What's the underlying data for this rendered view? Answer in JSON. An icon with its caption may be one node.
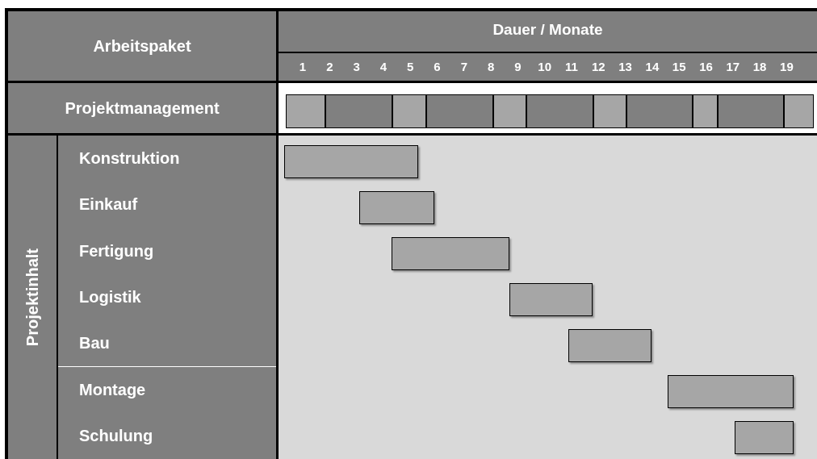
{
  "diagram": {
    "nodes": [
      {
        "text": [
          "Arbeitspaket"
        ]
      },
      {
        "text": [
          "Dauer / Monate"
        ]
      },
      {
        "text": [
          "Projektmanagement"
        ]
      },
      {
        "text": [],
        "shape": "bar"
      },
      {
        "text": [],
        "shape": "bar"
      },
      {
        "text": [],
        "shape": "bar"
      },
      {
        "text": [],
        "shape": "bar"
      },
      {
        "text": [],
        "shape": "bar"
      },
      {
        "text": [],
        "shape": "bar"
      },
      {
        "text": [],
        "shape": "bar"
      },
      {
        "text": [],
        "shape": "bar"
      },
      {
        "text": [],
        "shape": "bar"
      },
      {
        "text": [],
        "shape": "bar"
      },
      {
        "text": [],
        "shape": "bar"
      },
      {
        "text": [
          "Projektinhalt"
        ]
      },
      {
        "text": [
          "Konstruktion"
        ]
      },
      {
        "text": [
          "Einkauf"
        ]
      },
      {
        "text": [
          "Fertigung"
        ]
      },
      {
        "text": [
          "Logistik"
        ]
      },
      {
        "text": [
          "Bau"
        ]
      },
      {
        "text": [
          "Montage"
        ]
      },
      {
        "text": [
          "Schulung"
        ]
      },
      {
        "text": [],
        "shape": "bar"
      },
      {
        "text": [],
        "shape": "bar"
      },
      {
        "text": [],
        "shape": "bar"
      },
      {
        "text": [],
        "shape": "bar"
      },
      {
        "text": [],
        "shape": "bar"
      },
      {
        "text": [],
        "shape": "bar"
      },
      {
        "text": [],
        "shape": "bar"
      }
    ],
    "labels": [
      "1",
      "2",
      "3",
      "4",
      "5",
      "6",
      "7",
      "8",
      "9",
      "10",
      "11",
      "12",
      "13",
      "14",
      "15",
      "16",
      "17",
      "18",
      "19"
    ]
  }
}
